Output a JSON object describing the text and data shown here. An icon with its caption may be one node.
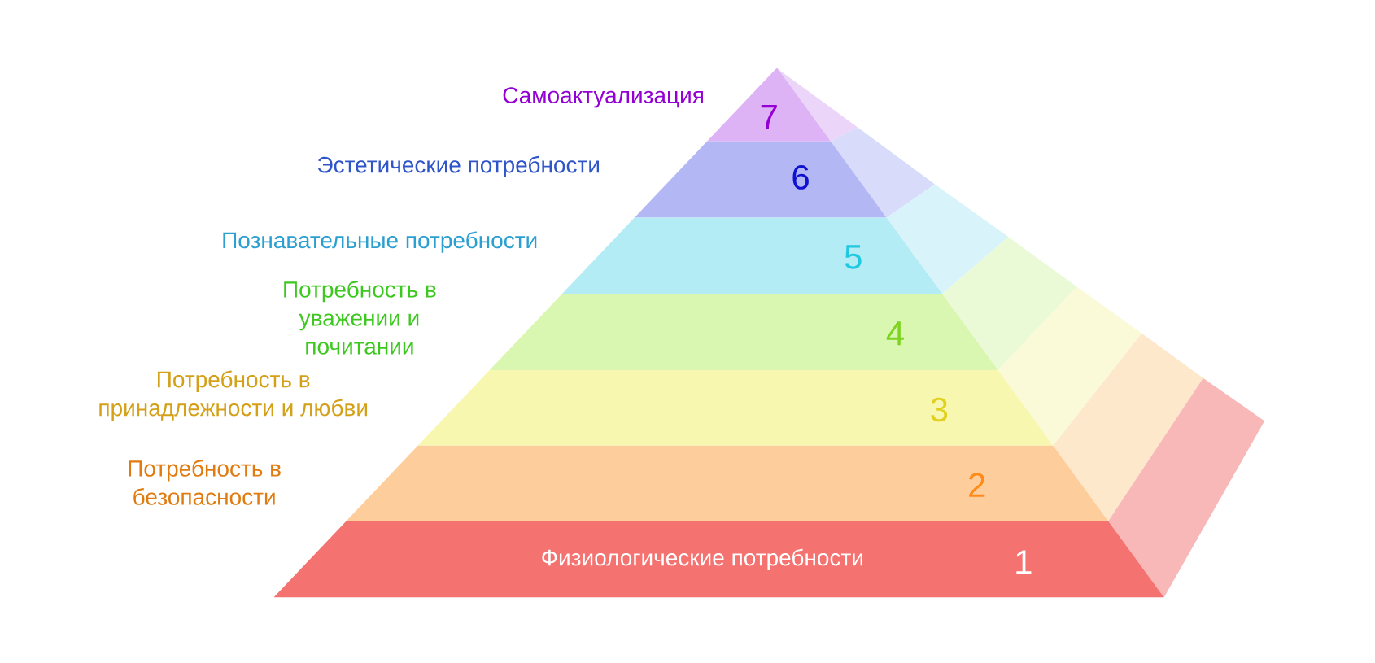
{
  "diagram": {
    "nodes": [
      {
        "text": [
          "7"
        ]
      },
      {
        "text": [
          "6"
        ]
      },
      {
        "text": [
          "5"
        ]
      },
      {
        "text": [
          "4"
        ]
      },
      {
        "text": [
          "3"
        ]
      },
      {
        "text": [
          "2"
        ]
      },
      {
        "text": [
          "Физиологические потребности",
          "1"
        ]
      }
    ],
    "labels": [
      "Самоактуализация",
      "Эстетические потребности",
      "Познавательные потребности",
      "Потребность в уважении и почитании",
      "Потребность в принадлежности и любви",
      "Потребность в безопасности"
    ]
  }
}
